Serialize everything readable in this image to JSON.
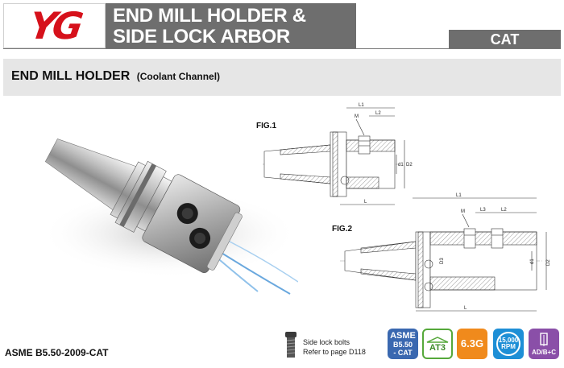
{
  "header": {
    "logo": "YG",
    "title_line1": "END MILL HOLDER &",
    "title_line2": "SIDE LOCK ARBOR",
    "category_tab": "CAT"
  },
  "section": {
    "title": "END MILL HOLDER",
    "subtitle": "(Coolant Channel)"
  },
  "figures": {
    "fig1": {
      "label": "FIG.1",
      "dims": {
        "L1": "L1",
        "L2": "L2",
        "M": "M",
        "d1": "d1",
        "D2": "D2",
        "L": "L"
      }
    },
    "fig2": {
      "label": "FIG.2",
      "dims": {
        "L1": "L1",
        "L2": "L2",
        "L3": "L3",
        "M": "M",
        "D3": "D3",
        "d1": "d1",
        "D2": "D2",
        "L": "L"
      }
    }
  },
  "footer": {
    "spec": "ASME B5.50-2009-CAT",
    "bolt_note_line1": "Side lock bolts",
    "bolt_note_line2": "Refer to page D118"
  },
  "badges": {
    "asme_line1": "ASME",
    "asme_line2": "B5.50",
    "asme_line3": "- CAT",
    "at3": "AT3",
    "balance": "6.3G",
    "rpm_value": "15,000",
    "rpm_unit": "RPM",
    "abc": "AD/B+C"
  },
  "colors": {
    "brand_red": "#d6111b",
    "header_gray": "#6e6e6e",
    "section_gray": "#e6e6e6",
    "asme_blue": "#3a68b0",
    "at3_green": "#55a83a",
    "balance_orange": "#f08a1c",
    "rpm_blue": "#1e8fd6",
    "abc_purple": "#8a4fa8"
  }
}
